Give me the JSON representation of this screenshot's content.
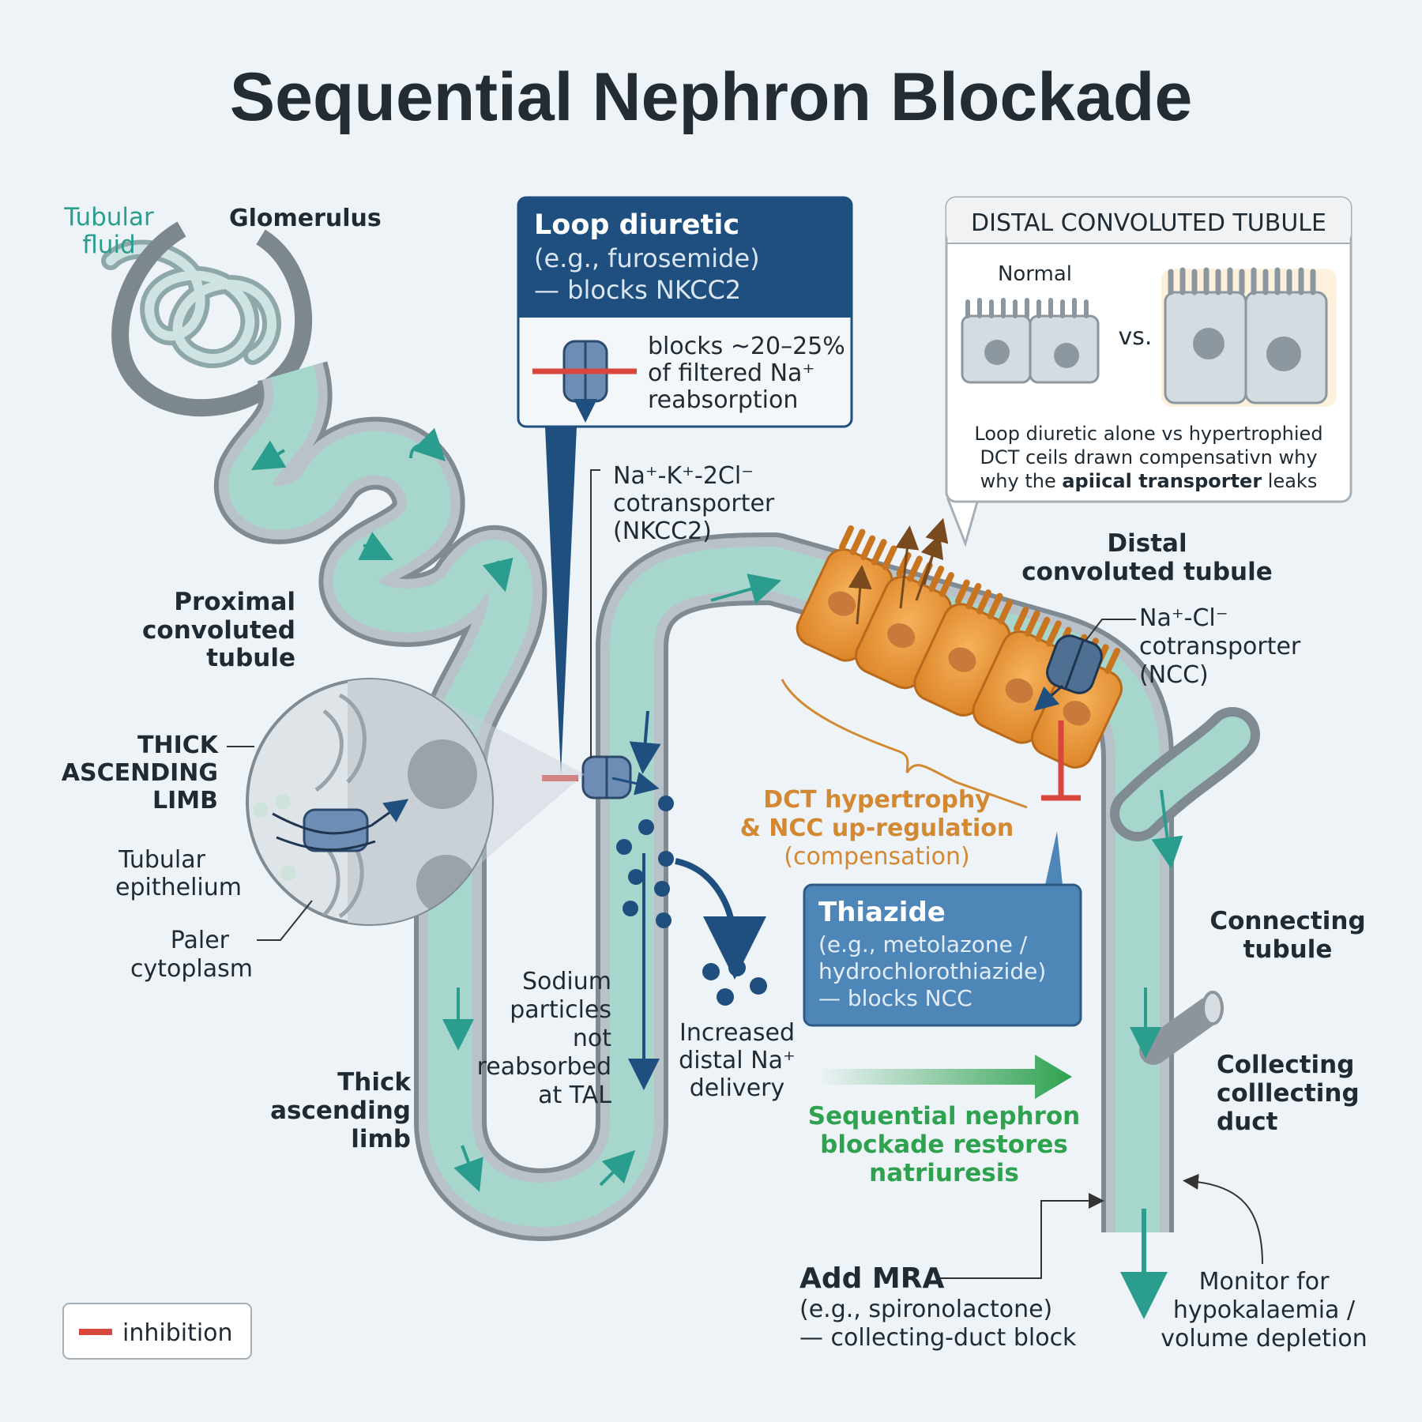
{
  "title": "Sequential Nephron Blockade",
  "labels": {
    "tubular_fluid_1": "Tubular",
    "tubular_fluid_2": "fluid",
    "glomerulus": "Glomerulus",
    "pct_1": "Proximal",
    "pct_2": "convoluted",
    "pct_3": "tubule",
    "tal_caps_1": "THICK",
    "tal_caps_2": "ASCENDING",
    "tal_caps_3": "LIMB",
    "tubular_epi_1": "Tubular",
    "tubular_epi_2": "epithelium",
    "paler_1": "Paler",
    "paler_2": "cytoplasm",
    "nkcc2_1": "Na⁺-K⁺-2Cl⁻",
    "nkcc2_2": "cotransporter",
    "nkcc2_3": "(NKCC2)",
    "sodium_1": "Sodium",
    "sodium_2": "particles",
    "sodium_3": "not",
    "sodium_4": "reabsorbed",
    "sodium_5": "at TAL",
    "increased_1": "Increased",
    "increased_2": "distal Na⁺",
    "increased_3": "delivery",
    "thick_asc_1": "Thick",
    "thick_asc_2": "ascending",
    "thick_asc_3": "limb",
    "dct_1": "Distal",
    "dct_2": "convoluted tubule",
    "ncc_1": "Na⁺-Cl⁻",
    "ncc_2": "cotransporter",
    "ncc_3": "(NCC)",
    "hyper_1": "DCT hypertrophy",
    "hyper_2": "& NCC up-regulation",
    "hyper_3": "(compensation)",
    "connecting_1": "Connecting",
    "connecting_2": "tubule",
    "collecting_1": "Collecting",
    "collecting_2": "colllecting",
    "collecting_3": "duct",
    "seq_1": "Sequential nephron",
    "seq_2": "blockade restores",
    "seq_3": "natriuresis",
    "monitor_1": "Monitor for",
    "monitor_2": "hypokalaemia /",
    "monitor_3": "volume depletion"
  },
  "loop_box": {
    "title": "Loop diuretic",
    "line2": "(e.g., furosemide)",
    "line3": "— blocks NKCC2",
    "detail_1": "blocks ~20–25%",
    "detail_2": "of filtered Na⁺",
    "detail_3": "reabsorption"
  },
  "thiazide_box": {
    "title": "Thiazide",
    "line2": "(e.g., metolazone /",
    "line3": "hydrochlorothiazide)",
    "line4": "— blocks NCC"
  },
  "dct_inset": {
    "header": "DISTAL CONVOLUTED TUBULE",
    "normal": "Normal",
    "vs": "vs.",
    "caption_1": "Loop diuretic alone vs hypertrophied",
    "caption_2": "DCT ceils drawn compensativn why",
    "caption_3a": "why the ",
    "caption_3b": "apiical transporter",
    "caption_3c": " leaks"
  },
  "mra": {
    "title": "Add MRA",
    "line2": "(e.g., spironolactone)",
    "line3": "— collecting-duct block"
  },
  "legend": {
    "inhibition": "inhibition"
  },
  "colors": {
    "teal_fluid": "#9fd0c8",
    "tubule_wall": "#9aa3aa",
    "navy": "#1f4f7e",
    "thiazide_blue": "#4f86b8",
    "orange": "#e8953a",
    "inhibition_red": "#d9463b",
    "green": "#2ea24f",
    "teal_text": "#2a9d8f"
  }
}
